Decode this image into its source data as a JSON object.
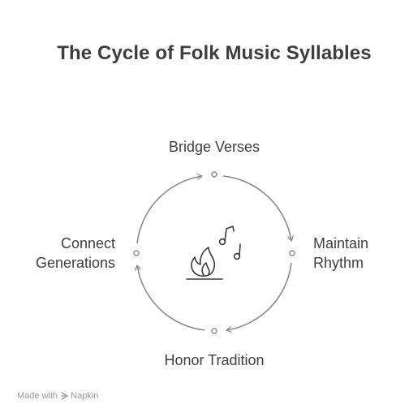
{
  "title": "The Cycle of Folk Music Syllables",
  "steps": [
    {
      "position": "top",
      "lines": [
        "Bridge Verses"
      ]
    },
    {
      "position": "right",
      "lines": [
        "Maintain",
        "Rhythm"
      ]
    },
    {
      "position": "bottom",
      "lines": [
        "Honor Tradition"
      ]
    },
    {
      "position": "left",
      "lines": [
        "Connect",
        "Generations"
      ]
    }
  ],
  "center_icon": "campfire-music-icon",
  "footer": {
    "prefix": "Made with",
    "brand": "Napkin",
    "brand_icon": "napkin-logo-icon"
  },
  "colors": {
    "ring": "#8a8a8a",
    "text": "#3f3f3f",
    "footer": "#9a9a9a"
  }
}
